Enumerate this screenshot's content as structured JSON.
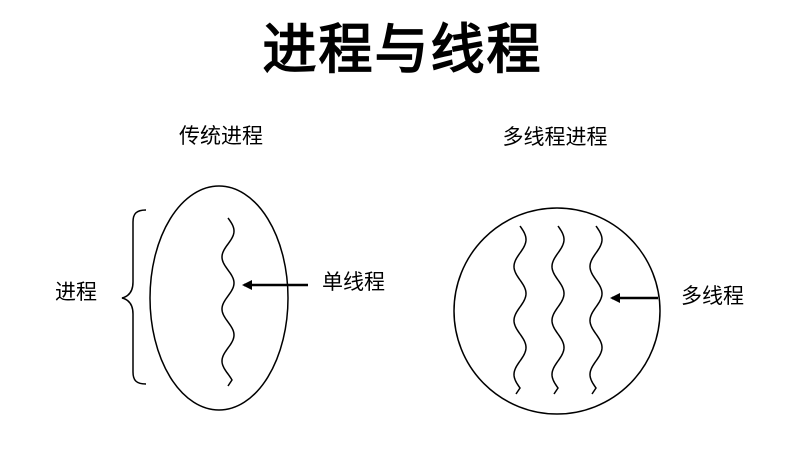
{
  "title": "进程与线程",
  "single_thread_side": {
    "heading": "传统进程",
    "brace_label": "进程",
    "arrow_label": "单线程"
  },
  "multi_thread_side": {
    "heading": "多线程进程",
    "arrow_label": "多线程"
  },
  "colors": {
    "stroke": "#000000",
    "background": "#ffffff"
  }
}
